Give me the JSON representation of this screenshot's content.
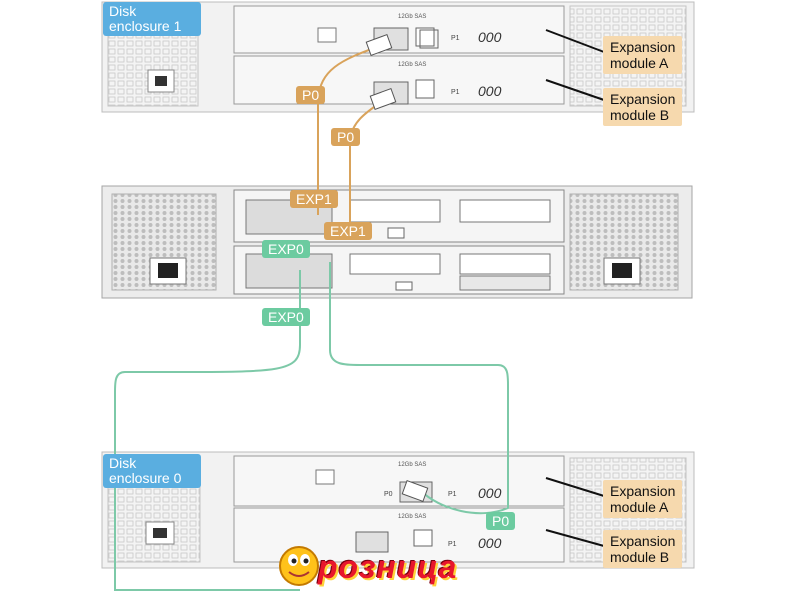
{
  "enclosure1": {
    "title": "Disk\nenclosure 1",
    "module_a_label": "Expansion\nmodule A",
    "module_b_label": "Expansion\nmodule B",
    "sas_label": "12Gb SAS",
    "port_label": "P1",
    "led_text": "000"
  },
  "enclosure0": {
    "title": "Disk\nenclosure 0",
    "module_a_label": "Expansion\nmodule A",
    "module_b_label": "Expansion\nmodule B",
    "sas_label": "12Gb SAS",
    "port_p0_label": "P0",
    "port_p1_label": "P1",
    "led_text": "000"
  },
  "controller": {
    "exp1_label": "EXP1",
    "exp0_label": "EXP0"
  },
  "cable_tags": {
    "p0_enc1_a": "P0",
    "p0_enc1_b": "P0",
    "exp1_top": "EXP1",
    "exp1_bottom": "EXP1",
    "exp0_top": "EXP0",
    "exp0_bottom": "EXP0",
    "p0_enc0": "P0"
  },
  "watermark": {
    "text": "розница"
  },
  "colors": {
    "orange_cable": "#d9a35b",
    "green_cable": "#7dc9a8",
    "blue_tag": "#5aaee0",
    "callout_bg": "#f6d9ae"
  }
}
